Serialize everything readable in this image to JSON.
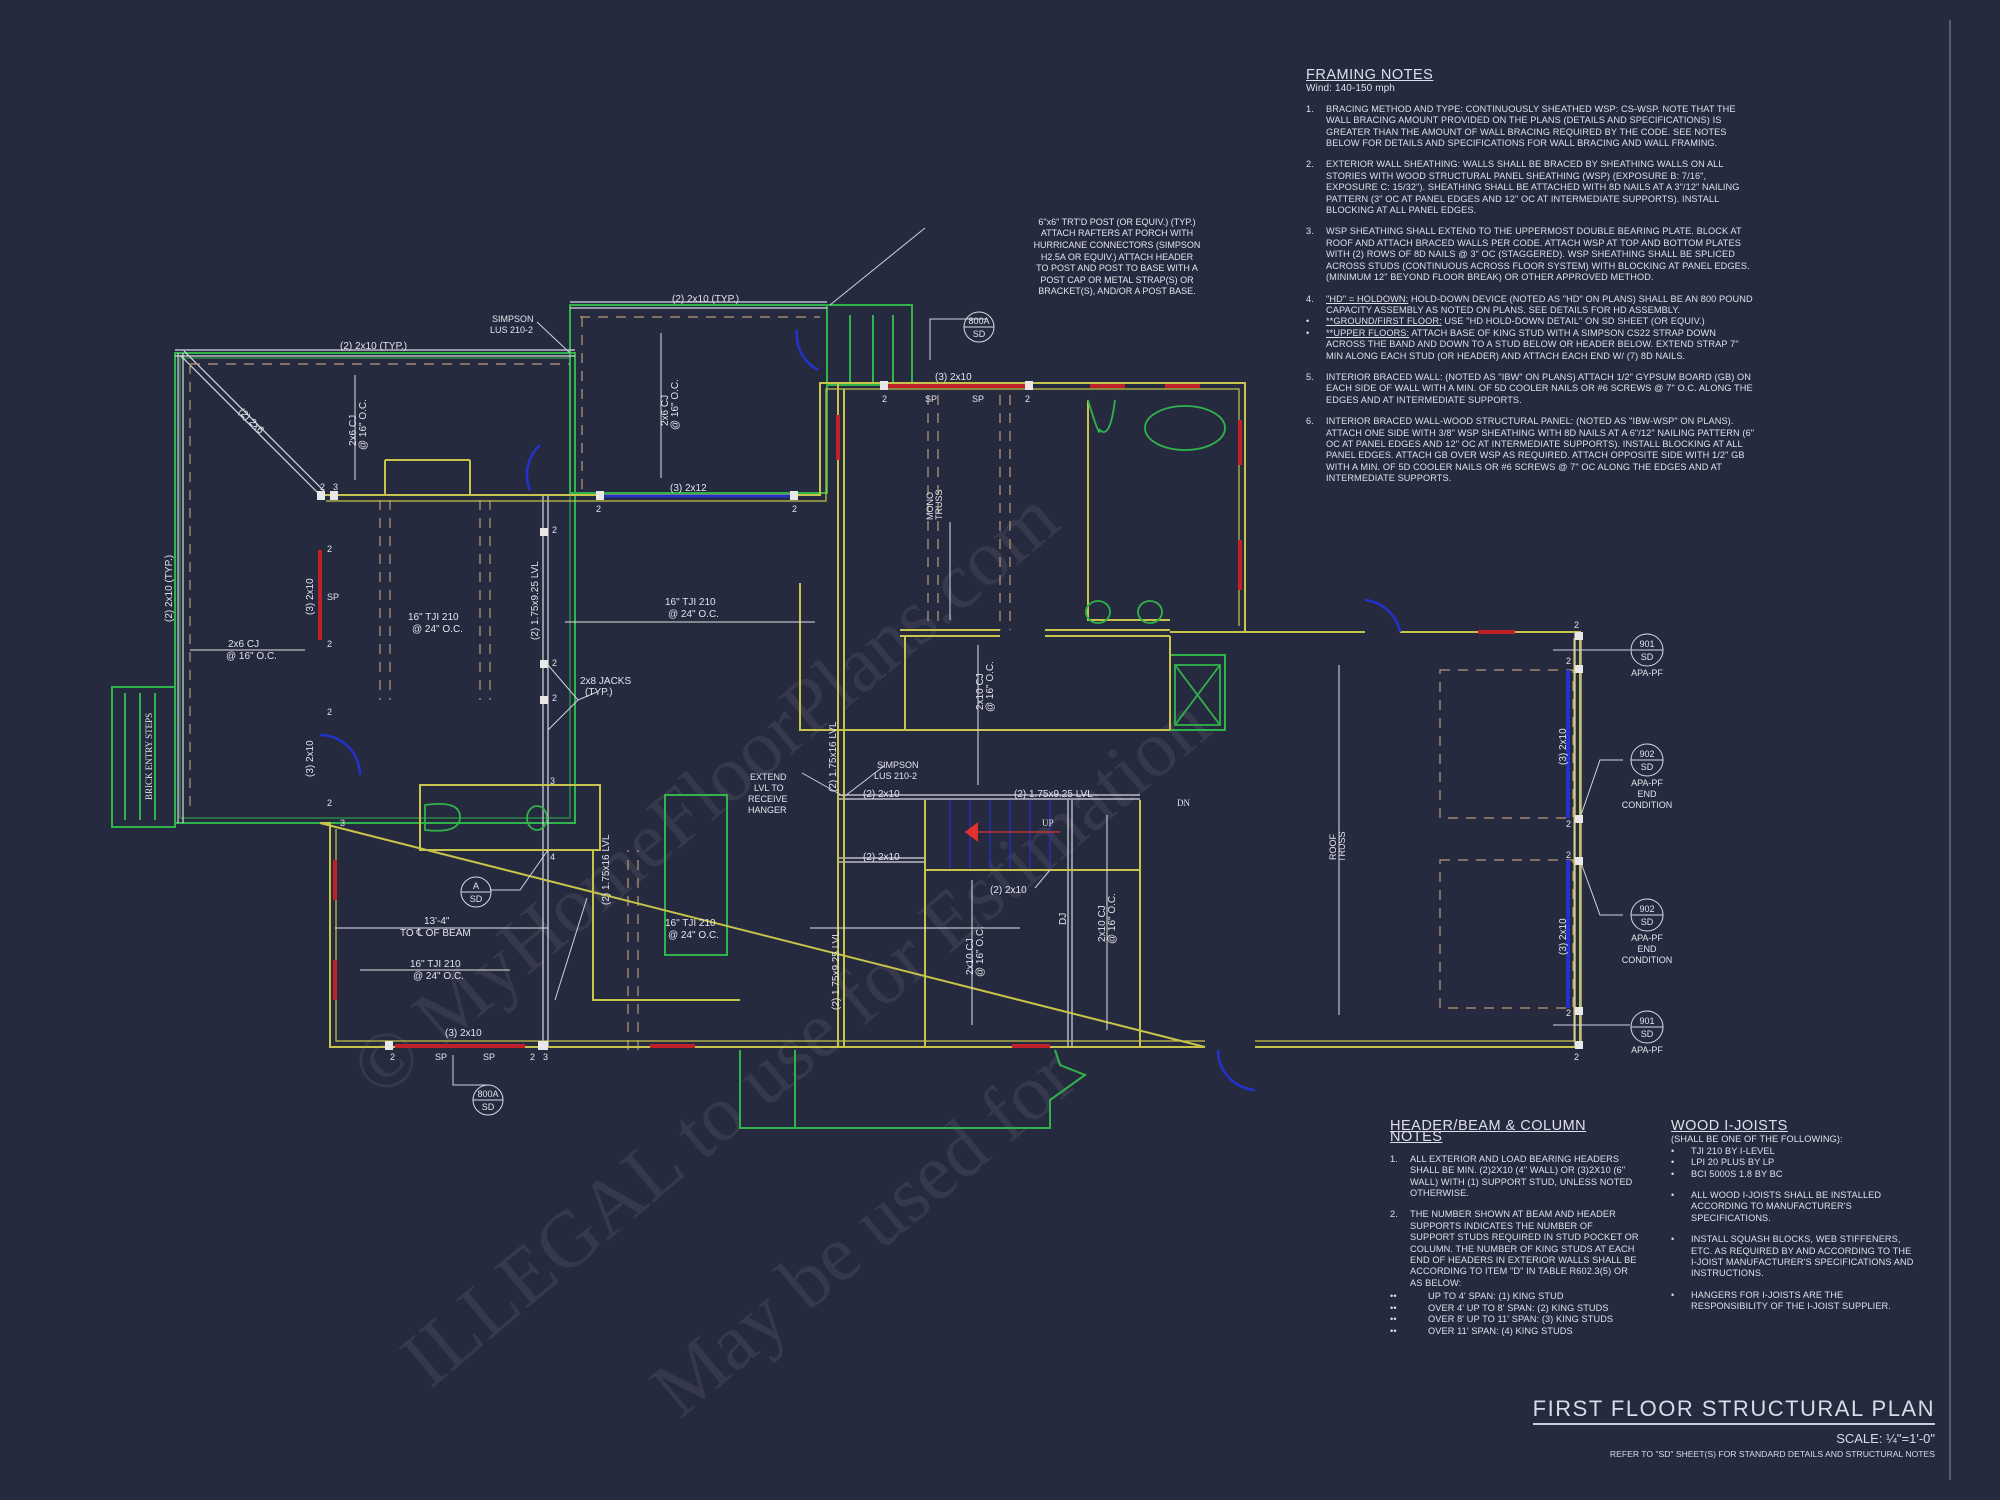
{
  "colors": {
    "background": "#262a3e",
    "wall": "#c8c34a",
    "porch": "#2fb34a",
    "door": "#2233cc",
    "header": "#c0202a",
    "beam": "#e0e0e0",
    "dash": "#b89a7a"
  },
  "watermark": [
    "© MyHomeFloorPlans.com",
    "ILLEGAL to use for Estimation",
    "May be used for"
  ],
  "plan": {
    "labels": [
      "(2) 2x10 (TYP.)",
      "SIMPSON",
      "LUS 210-2",
      "(2) 2x10 (TYP.)",
      "(2) 2x6",
      "2x6 CJ",
      "@ 16\" O.C.",
      "2x6 CJ",
      "@ 16\" O.C.",
      "(3) 2x12",
      "(3) 2x10",
      "MONO",
      "TRUSS",
      "(2) 2x10 (TYP.)",
      "2x6 CJ",
      "@ 16\" O.C.",
      "(3) 2x10",
      "16\" TJI 210",
      "@ 24\" O.C.",
      "(2) 1.75x9.25 LVL",
      "2x8 JACKS",
      "(TYP.)",
      "16\" TJI 210",
      "@ 24\" O.C.",
      "(3) 2x10",
      "BRICK ENTRY STEPS",
      "EXTEND",
      "LVL TO",
      "RECEIVE",
      "HANGER",
      "SIMPSON",
      "LUS 210-2",
      "(2) 1.75x16 LVL",
      "(2) 2x10",
      "(2) 1.75x9.25 LVL",
      "UP",
      "DN",
      "(2) 2x10",
      "(2) 2x10",
      "2x10 CJ",
      "@ 16\" O.C.",
      "(2) 1.75x16 LVL",
      "13'-4\"",
      "TO ℄ OF BEAM",
      "16\" TJI 210",
      "@ 24\" O.C.",
      "16\" TJI 210",
      "@ 24\" O.C.",
      "(2) 1.75x9.25 LVL",
      "(3) 2x10",
      "2x10 CJ",
      "@ 16\" O.C.",
      "DJ",
      "2x10 CJ",
      "@ 16\" O.C.",
      "ROOF",
      "TRUSS",
      "(3) 2x10",
      "(3) 2x10"
    ],
    "marks": {
      "two": "2",
      "three": "3",
      "four": "4",
      "sp": "SP"
    },
    "post_note": [
      "6\"x6\" TRT'D POST (OR EQUIV.) (TYP.)",
      "ATTACH RAFTERS AT PORCH WITH",
      "HURRICANE CONNECTORS (SIMPSON",
      "H2.5A OR EQUIV.) ATTACH HEADER",
      "TO POST AND POST TO BASE WITH A",
      "POST CAP OR METAL STRAP(S) OR",
      "BRACKET(S), AND/OR A POST BASE."
    ],
    "callouts": [
      {
        "num": "800A",
        "sheet": "SD"
      },
      {
        "num": "A",
        "sheet": "SD"
      },
      {
        "num": "800A",
        "sheet": "SD"
      },
      {
        "num": "901",
        "sheet": "SD",
        "note": "APA-PF"
      },
      {
        "num": "902",
        "sheet": "SD",
        "note": "APA-PF",
        "note2": "END",
        "note3": "CONDITION"
      },
      {
        "num": "902",
        "sheet": "SD",
        "note": "APA-PF",
        "note2": "END",
        "note3": "CONDITION"
      },
      {
        "num": "901",
        "sheet": "SD",
        "note": "APA-PF"
      }
    ]
  },
  "framing_notes": {
    "title": "FRAMING NOTES",
    "wind": "Wind: 140-150 mph",
    "items": [
      {
        "n": "1.",
        "text": "BRACING METHOD AND TYPE: CONTINUOUSLY SHEATHED WSP: CS-WSP. NOTE THAT THE WALL BRACING AMOUNT PROVIDED ON THE PLANS (DETAILS AND SPECIFICATIONS) IS GREATER THAN THE AMOUNT OF WALL BRACING REQUIRED BY THE CODE. SEE NOTES BELOW FOR DETAILS AND SPECIFICATIONS FOR WALL BRACING AND WALL FRAMING."
      },
      {
        "n": "2.",
        "text": "EXTERIOR WALL SHEATHING: WALLS SHALL BE BRACED BY SHEATHING WALLS ON ALL STORIES WITH WOOD STRUCTURAL PANEL SHEATHING (WSP) (EXPOSURE B: 7/16\", EXPOSURE C: 15/32\"). SHEATHING SHALL BE ATTACHED WITH 8d NAILS AT A 3\"/12\" NAILING PATTERN (3\" OC AT PANEL EDGES AND 12\" OC AT INTERMEDIATE SUPPORTS). INSTALL BLOCKING AT ALL PANEL EDGES."
      },
      {
        "n": "3.",
        "text": "WSP SHEATHING SHALL EXTEND TO THE UPPERMOST DOUBLE BEARING PLATE. BLOCK AT ROOF AND ATTACH BRACED WALLS PER CODE. ATTACH WSP AT TOP AND BOTTOM PLATES WITH (2) ROWS OF 8d NAILS @ 3\" OC (STAGGERED). WSP SHEATHING SHALL BE SPLICED ACROSS STUDS (CONTINUOUS ACROSS FLOOR SYSTEM) WITH BLOCKING AT PANEL EDGES. (MINIMUM 12\" BEYOND FLOOR BREAK) OR OTHER APPROVED METHOD."
      }
    ],
    "item4": {
      "n": "4.",
      "lead": "\"HD\" = HOLDOWN:",
      "text": " HOLD-DOWN DEVICE (NOTED AS \"HD\" ON PLANS) SHALL BE AN 800 POUND CAPACITY ASSEMBLY AS NOTED ON PLANS. SEE DETAILS FOR HD ASSEMBLY."
    },
    "bullets": [
      {
        "lead": "**GROUND/FIRST FLOOR:",
        "text": " USE \"HD HOLD-DOWN DETAIL\" ON SD SHEET (OR EQUIV.)"
      },
      {
        "lead": "**UPPER FLOORS:",
        "text": " ATTACH BASE OF KING STUD WITH A SIMPSON CS22 STRAP DOWN ACROSS THE BAND AND DOWN TO A STUD BELOW OR HEADER BELOW. EXTEND STRAP 7\" MIN ALONG EACH STUD (OR HEADER) AND ATTACH EACH END W/ (7) 8d NAILS."
      }
    ],
    "items_b": [
      {
        "n": "5.",
        "text": "INTERIOR BRACED WALL: (NOTED AS \"IBW\" ON PLANS) ATTACH 1/2\" GYPSUM BOARD (GB) ON EACH SIDE OF WALL WITH A MIN. OF 5d COOLER NAILS OR #6 SCREWS @ 7\" O.C. ALONG THE EDGES AND AT INTERMEDIATE SUPPORTS."
      },
      {
        "n": "6.",
        "text": "INTERIOR BRACED WALL-WOOD STRUCTURAL PANEL: (NOTED AS \"IBW-WSP\" ON PLANS). ATTACH ONE SIDE WITH 3/8\" WSP SHEATHING WITH 8d NAILS AT A 6\"/12\" NAILING PATTERN (6\" OC AT PANEL EDGES AND 12\" OC AT INTERMEDIATE SUPPORTS). INSTALL BLOCKING AT ALL PANEL EDGES. ATTACH GB OVER WSP AS REQUIRED. ATTACH OPPOSITE SIDE WITH 1/2\" GB WITH A MIN. OF 5d COOLER NAILS OR #6 SCREWS @ 7\" OC ALONG THE EDGES AND AT INTERMEDIATE SUPPORTS."
      }
    ],
    "bullet_mark": "•"
  },
  "header_notes": {
    "title": "HEADER/BEAM & COLUMN NOTES",
    "items": [
      {
        "n": "1.",
        "text": "ALL EXTERIOR AND LOAD BEARING HEADERS SHALL BE MIN. (2)2x10 (4\" WALL) OR (3)2x10 (6\" WALL) WITH (1) SUPPORT STUD, UNLESS NOTED OTHERWISE."
      },
      {
        "n": "2.",
        "text": "THE NUMBER SHOWN AT BEAM AND HEADER SUPPORTS INDICATES THE NUMBER OF SUPPORT STUDS REQUIRED IN STUD POCKET OR COLUMN. THE NUMBER OF KING STUDS AT EACH END OF HEADERS IN EXTERIOR WALLS SHALL BE ACCORDING TO ITEM \"d\" IN TABLE R602.3(5) OR AS BELOW:"
      }
    ],
    "bullet_mark": "••",
    "spans": [
      "UP TO 4' SPAN: (1) KING STUD",
      "OVER 4' UP TO 8' SPAN: (2) KING STUDS",
      "OVER 8' UP TO 11' SPAN: (3) KING STUDS",
      "OVER 11' SPAN: (4) KING STUDS"
    ]
  },
  "wood_joists": {
    "title": "WOOD I-JOISTS",
    "subtitle": "(SHALL BE ONE OF THE FOLLOWING):",
    "bullet_mark": "•",
    "options": [
      "TJI 210 BY I-LEVEL",
      "LPI 20 PLUS BY LP",
      "BCI 5000s 1.8 BY BC"
    ],
    "notes": [
      "ALL WOOD I-JOISTS SHALL BE INSTALLED ACCORDING TO MANUFACTURER'S SPECIFICATIONS.",
      "INSTALL SQUASH BLOCKS, WEB STIFFENERS, ETC. AS REQUIRED BY AND ACCORDING TO THE I-JOIST MANUFACTURER'S SPECIFICATIONS AND INSTRUCTIONS.",
      "HANGERS FOR I-JOISTS ARE THE RESPONSIBILITY OF THE I-JOIST SUPPLIER."
    ]
  },
  "title_block": {
    "title": "FIRST FLOOR STRUCTURAL PLAN",
    "scale": "SCALE: ¼\"=1'-0\"",
    "refer": "REFER TO \"SD\" SHEET(S) FOR STANDARD DETAILS AND STRUCTURAL NOTES"
  }
}
